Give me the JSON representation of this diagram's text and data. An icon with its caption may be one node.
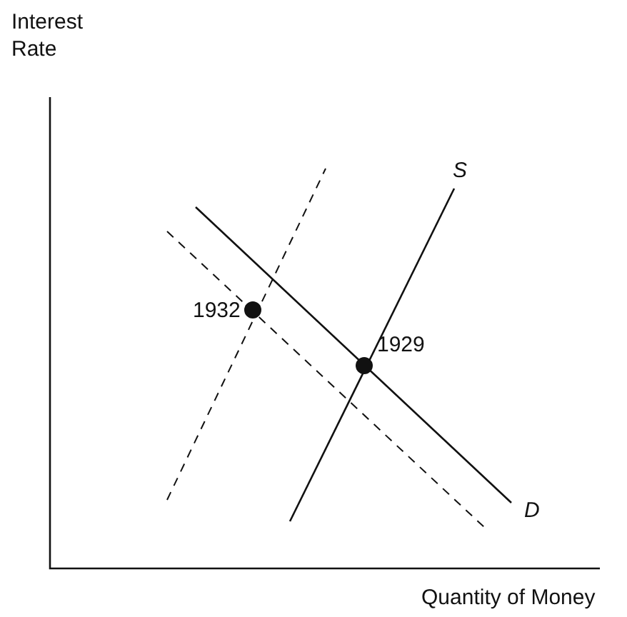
{
  "diagram": {
    "labels": [
      "Interest Rate",
      "S",
      "1932",
      "1929",
      "D",
      "Quantity of Money"
    ]
  }
}
